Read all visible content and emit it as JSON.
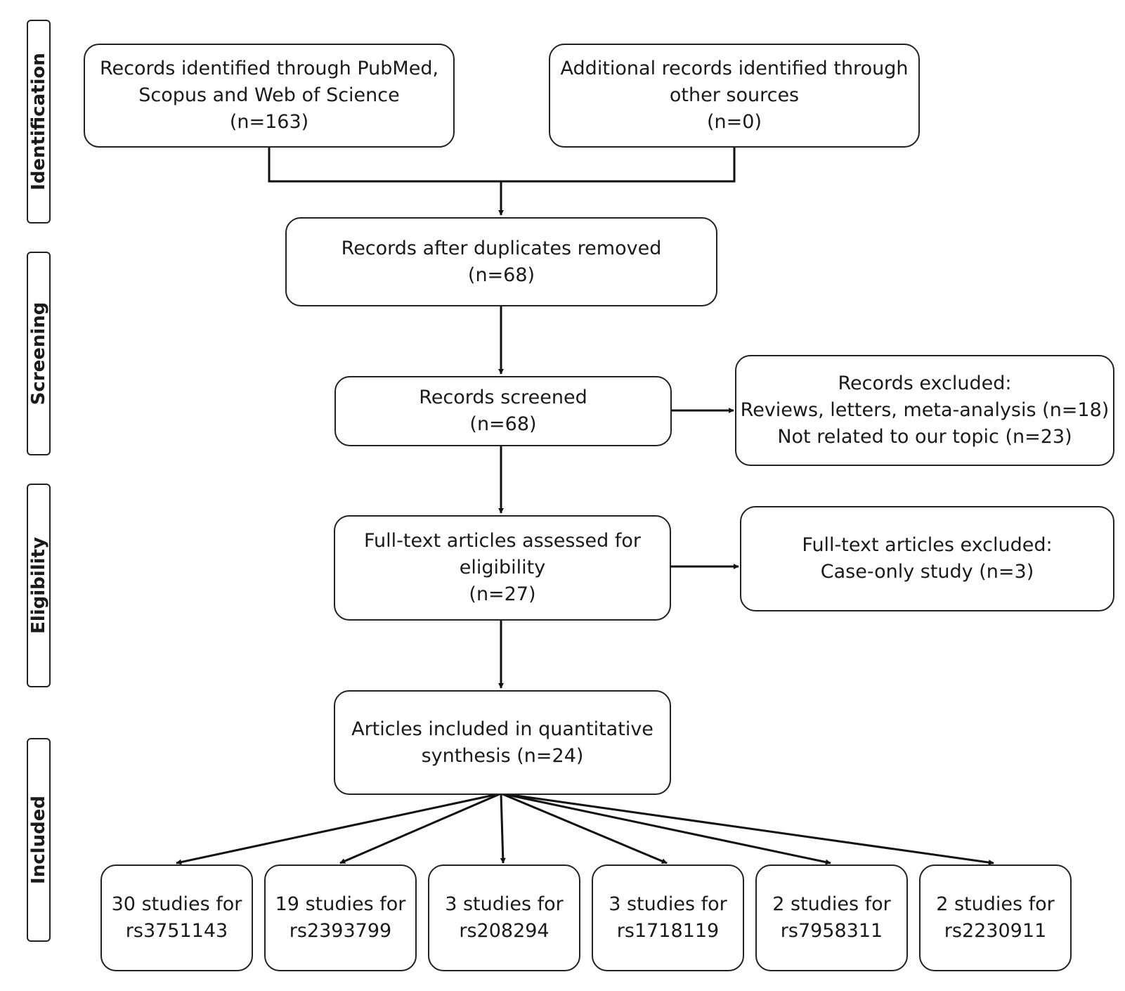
{
  "stages": {
    "identification": "Identification",
    "screening": "Screening",
    "eligibility": "Eligibility",
    "included": "Included"
  },
  "identified": {
    "databases": [
      "Records identified through PubMed,",
      "Scopus and Web of Science",
      "(n=163)"
    ],
    "other": [
      "Additional records identified through",
      "other sources",
      "(n=0)"
    ]
  },
  "deduplicated": [
    "Records after duplicates removed",
    "(n=68)"
  ],
  "screened": [
    "Records screened",
    "(n=68)"
  ],
  "excluded_records": [
    "Records excluded:",
    "Reviews, letters, meta-analysis (n=18)",
    "Not related to our topic (n=23)"
  ],
  "fulltext_assessed": [
    "Full-text articles assessed for",
    "eligibility",
    "(n=27)"
  ],
  "fulltext_excluded": [
    "Full-text articles excluded:",
    "Case-only study (n=3)"
  ],
  "included_articles": [
    "Articles included in quantitative",
    "synthesis (n=24)"
  ],
  "studies": [
    [
      "30 studies for",
      "rs3751143"
    ],
    [
      "19 studies for",
      "rs2393799"
    ],
    [
      "3 studies for",
      "rs208294"
    ],
    [
      "3 studies for",
      "rs1718119"
    ],
    [
      "2 studies for",
      "rs7958311"
    ],
    [
      "2 studies for",
      "rs2230911"
    ]
  ]
}
